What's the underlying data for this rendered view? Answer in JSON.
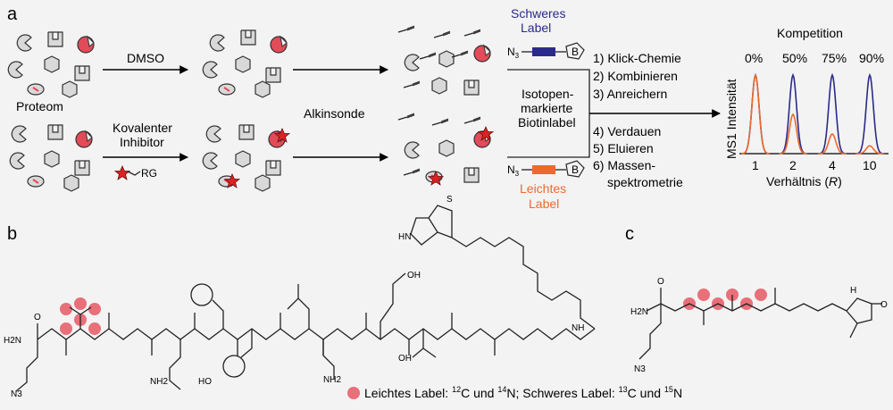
{
  "panels": {
    "a": "a",
    "b": "b",
    "c": "c"
  },
  "scheme": {
    "proteome": "Proteom",
    "dmso": "DMSO",
    "inhibitor_line1": "Kovalenter",
    "inhibitor_line2": "Inhibitor",
    "rg": "RG",
    "alkyne_probe": "Alkinsonde",
    "heavy_label_line1": "Schweres",
    "heavy_label_line2": "Label",
    "light_label_line1": "Leichtes",
    "light_label_line2": "Label",
    "n3": "N",
    "n3_sub": "3",
    "biotin": "B",
    "isotope_line1": "Isotopen-",
    "isotope_line2": "markierte",
    "isotope_line3": "Biotinlabel",
    "steps": [
      "1) Klick-Chemie",
      "2) Kombinieren",
      "3) Anreichern",
      "4) Verdauen",
      "5) Eluieren",
      "6) Massen-",
      "spektrometrie"
    ],
    "colors": {
      "heavy": "#2a2a8a",
      "light": "#ee6a2c",
      "red": "#e24b57"
    }
  },
  "chart": {
    "title": "Kompetition",
    "competition": [
      "0%",
      "50%",
      "75%",
      "90%"
    ],
    "ylabel": "MS1 Intensität",
    "xlabel_prefix": "Verhältnis (",
    "xlabel_var": "R",
    "xlabel_suffix": ")",
    "ratios": [
      "1",
      "2",
      "4",
      "10"
    ],
    "heavy_peaks": [
      1.0,
      1.0,
      1.0,
      1.0
    ],
    "light_peaks": [
      1.0,
      0.5,
      0.25,
      0.1
    ]
  },
  "legend": {
    "text_pre": "Leichtes Label: ",
    "c12": "12",
    "c12_el": "C und ",
    "n14": "14",
    "n14_el": "N; Schweres Label: ",
    "c13": "13",
    "c13_el": "C und ",
    "n15": "15",
    "n15_el": "N"
  },
  "atoms": {
    "h2n": "H2N",
    "o": "O",
    "n": "N",
    "h": "H",
    "nh": "NH",
    "hn": "HN",
    "s": "S",
    "oh": "OH",
    "ho": "HO",
    "cooh": "OH",
    "nh2": "NH2",
    "n3": "N3"
  }
}
